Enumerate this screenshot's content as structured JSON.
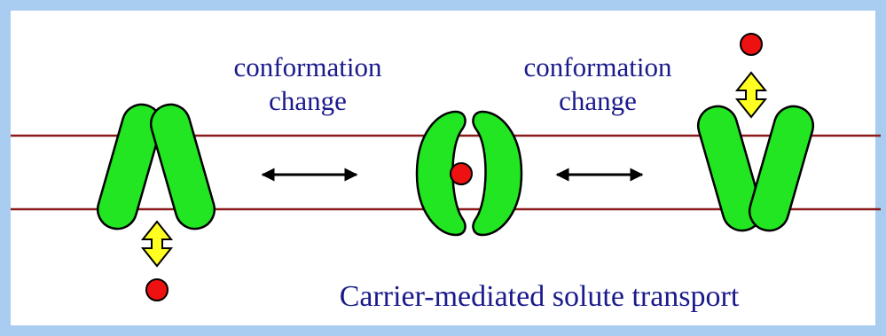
{
  "labels": {
    "left_conformation_line1": "conformation",
    "left_conformation_line2": "change",
    "right_conformation_line1": "conformation",
    "right_conformation_line2": "change",
    "caption": "Carrier-mediated solute transport"
  },
  "colors": {
    "frame": "#a9cdf0",
    "membrane_line": "#8b1a1a",
    "carrier_fill": "#22e622",
    "solute_fill": "#ee1111",
    "flux_arrow_fill": "#ffff22",
    "text": "#1a1a8c",
    "double_arrow": "#000000"
  },
  "icons": {
    "state_left": "carrier-open-inward-icon",
    "state_middle": "carrier-occluded-icon",
    "state_right": "carrier-open-outward-icon",
    "solute": "solute-ball-icon",
    "interconversion": "double-headed-arrow-icon",
    "flux": "vertical-double-arrow-icon"
  }
}
